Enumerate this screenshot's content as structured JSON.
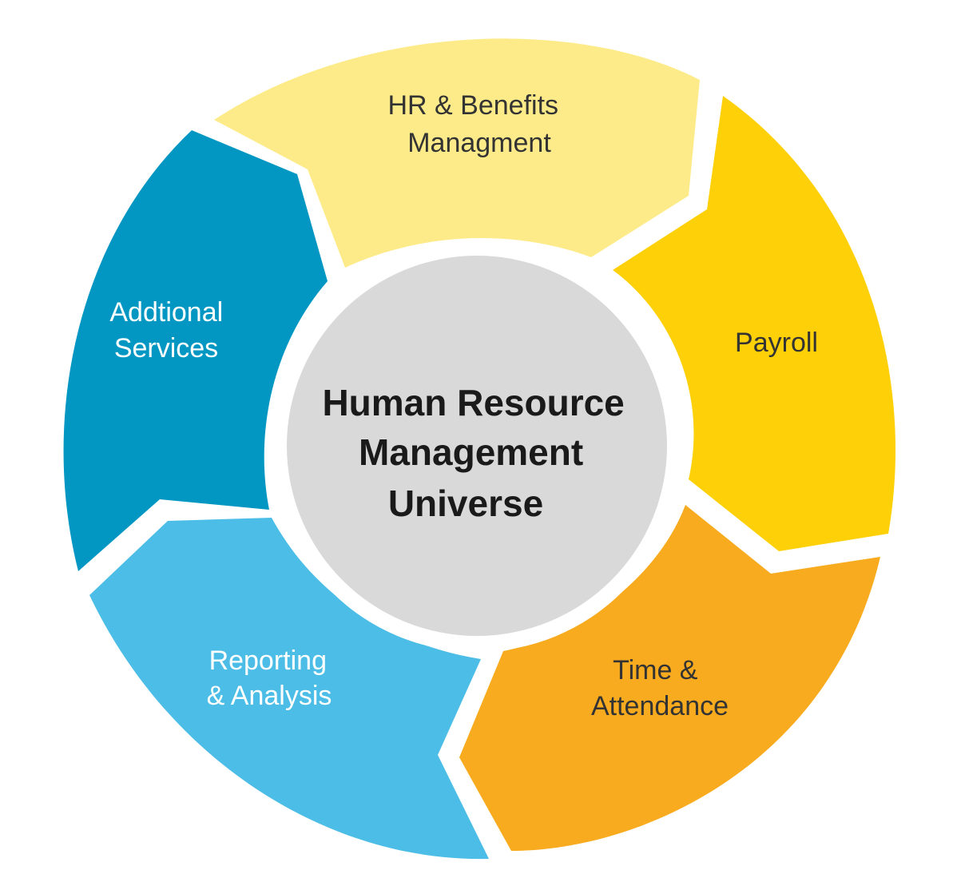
{
  "center": {
    "lines": [
      "Human Resource",
      "Management",
      "Universe"
    ],
    "fill": "#d9d9d9"
  },
  "segments": [
    {
      "id": "hr-benefits",
      "lines": [
        "HR & Benefits",
        "Managment"
      ],
      "fill": "#fdeb8a",
      "text_color": "#333333"
    },
    {
      "id": "payroll",
      "lines": [
        "Payroll"
      ],
      "fill": "#fdd007",
      "text_color": "#333333"
    },
    {
      "id": "time-attendance",
      "lines": [
        "Time &",
        "Attendance"
      ],
      "fill": "#f8ab1e",
      "text_color": "#333333"
    },
    {
      "id": "reporting-analysis",
      "lines": [
        "Reporting",
        "& Analysis"
      ],
      "fill": "#4cbde6",
      "text_color": "#ffffff"
    },
    {
      "id": "additional-services",
      "lines": [
        "Addtional",
        "Services"
      ],
      "fill": "#0297c2",
      "text_color": "#ffffff"
    }
  ]
}
